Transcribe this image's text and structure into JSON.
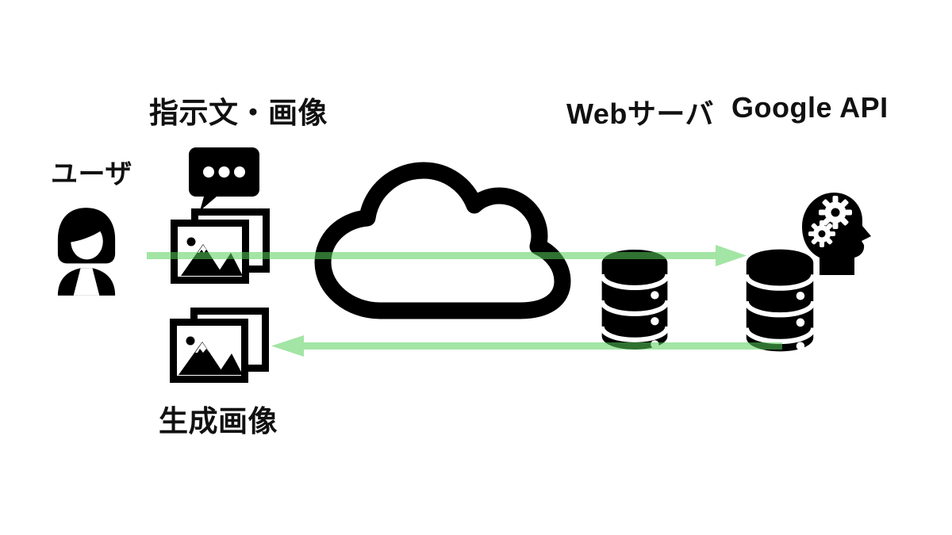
{
  "labels": {
    "instruction": "指示文・画像",
    "user": "ユーザ",
    "web_server": "Webサーバ",
    "google_api": "Google API",
    "generated": "生成画像"
  },
  "colors": {
    "icon_black": "#000000",
    "arrow_green": "#56d05a",
    "arrow_opacity": "0.55",
    "background": "#ffffff",
    "text": "#111111"
  },
  "icons": [
    {
      "name": "user-icon",
      "meaning": "end user (person silhouette)"
    },
    {
      "name": "speech-bubble-icon",
      "meaning": "instruction text prompt"
    },
    {
      "name": "photo-stack-icon-input",
      "meaning": "input images"
    },
    {
      "name": "cloud-icon",
      "meaning": "internet / network"
    },
    {
      "name": "database-icon-webserver",
      "meaning": "web server"
    },
    {
      "name": "ai-head-gears-icon",
      "meaning": "Google API processing"
    },
    {
      "name": "database-icon-google",
      "meaning": "Google API storage"
    },
    {
      "name": "photo-stack-icon-output",
      "meaning": "generated images"
    }
  ],
  "arrows": [
    {
      "name": "request-arrow",
      "direction": "left-to-right",
      "from": "user",
      "to": "google-api"
    },
    {
      "name": "response-arrow",
      "direction": "right-to-left",
      "from": "google-api",
      "to": "generated-images"
    }
  ]
}
